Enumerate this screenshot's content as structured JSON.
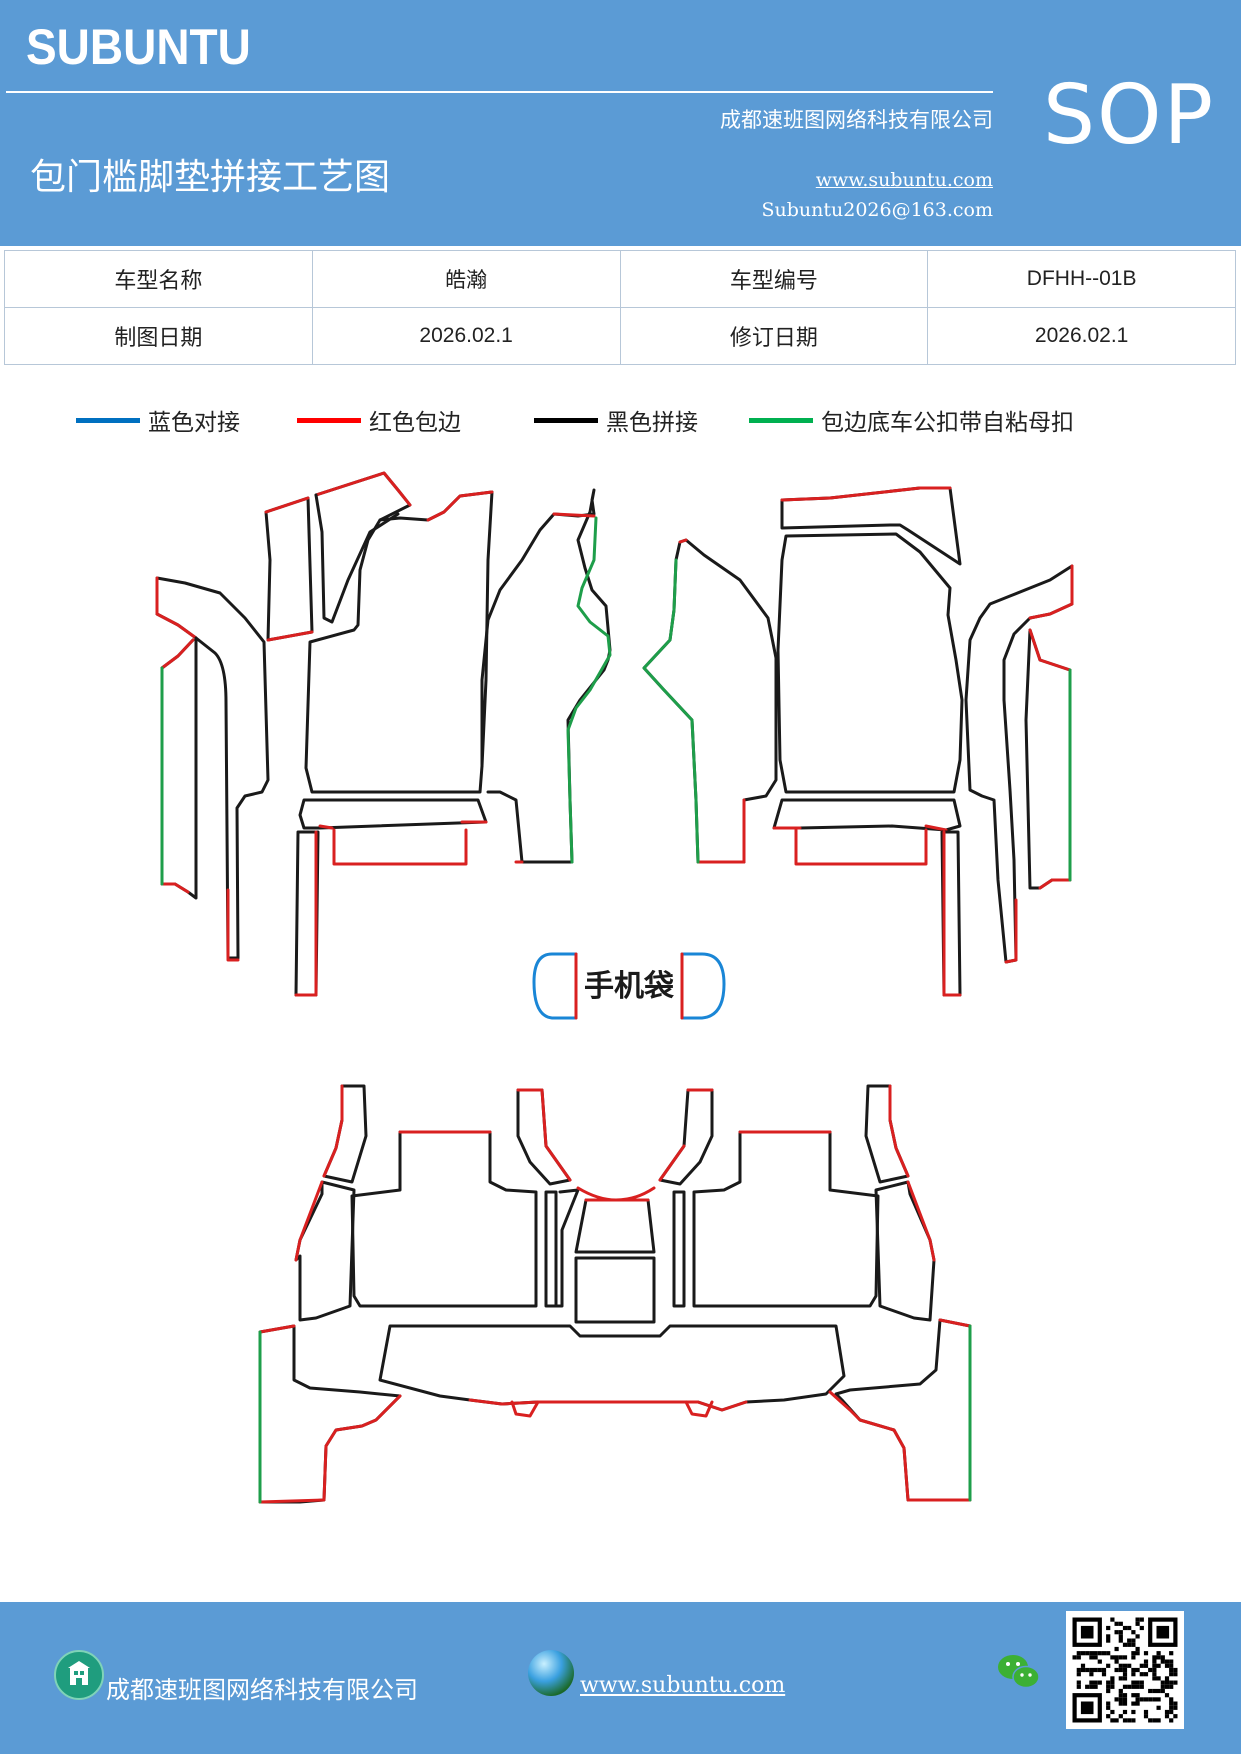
{
  "header": {
    "logo": "SUBUNTU",
    "company": "成都速班图网络科技有限公司",
    "title": "包门槛脚垫拼接工艺图",
    "website": "www.subuntu.com",
    "email": "Subuntu2026@163.com",
    "badge": "SOP"
  },
  "info_table": {
    "rows": [
      {
        "label1": "车型名称",
        "value1": "皓瀚",
        "label2": "车型编号",
        "value2": "DFHH--01B"
      },
      {
        "label1": "制图日期",
        "value1": "2026.02.1",
        "label2": "修订日期",
        "value2": "2026.02.1"
      }
    ]
  },
  "legend": [
    {
      "label": "蓝色对接",
      "color": "#0070c0"
    },
    {
      "label": "红色包边",
      "color": "#ff0000"
    },
    {
      "label": "黑色拼接",
      "color": "#000000"
    },
    {
      "label": "包边底车公扣带自粘母扣",
      "color": "#00b050"
    }
  ],
  "diagram": {
    "pocket_label": "手机袋",
    "colors": {
      "black": "#1a1a1a",
      "red": "#d92020",
      "green": "#1e9e4a",
      "blue": "#1a86d6"
    }
  },
  "footer": {
    "company": "成都速班图网络科技有限公司",
    "website": "www.subuntu.com",
    "company_icon": "building-icon",
    "web_icon": "globe-icon",
    "wechat_icon": "wechat-icon"
  }
}
